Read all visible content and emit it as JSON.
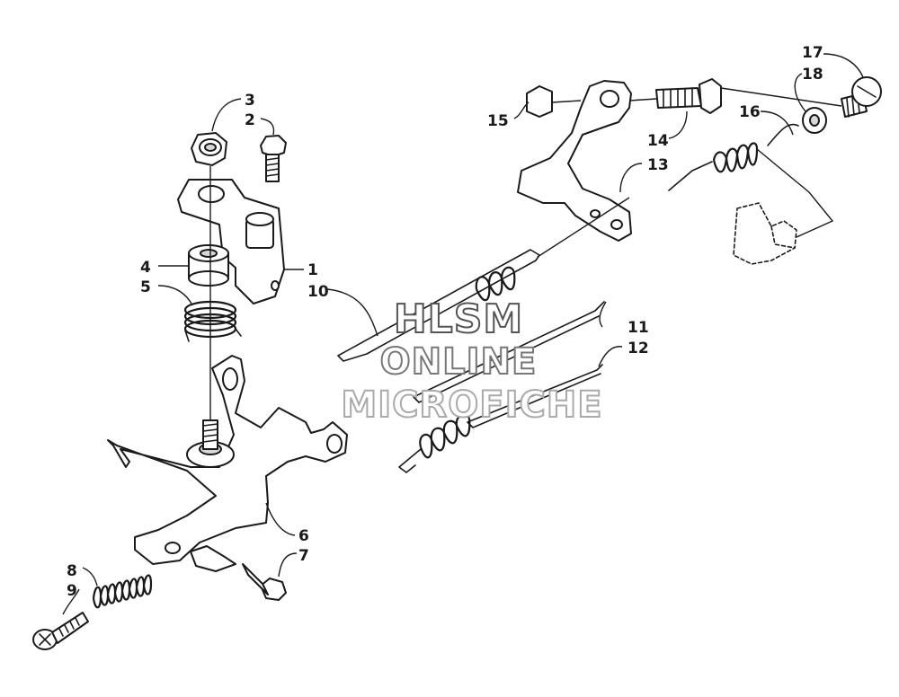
{
  "callouts": {
    "c1": "1",
    "c2": "2",
    "c3": "3",
    "c4": "4",
    "c5": "5",
    "c6": "6",
    "c7": "7",
    "c8": "8",
    "c9": "9",
    "c10": "10",
    "c11": "11",
    "c12": "12",
    "c13": "13",
    "c14": "14",
    "c15": "15",
    "c16": "16",
    "c17": "17",
    "c18": "18"
  },
  "watermark": {
    "line1": "HLSM",
    "line2": "ONLINE",
    "line3": "MICROFICHE"
  }
}
